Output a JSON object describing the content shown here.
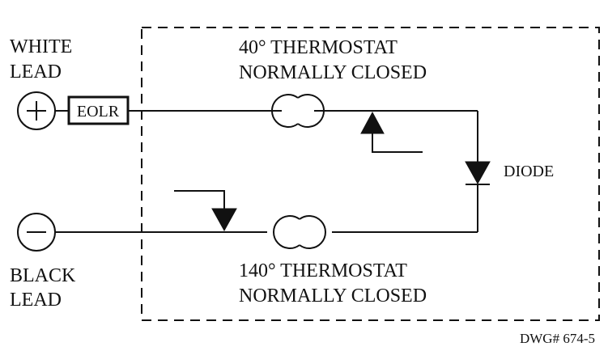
{
  "labels": {
    "white_lead_line1": "WHITE",
    "white_lead_line2": "LEAD",
    "black_lead_line1": "BLACK",
    "black_lead_line2": "LEAD",
    "eolr": "EOLR",
    "thermostat_40_line1": "40° THERMOSTAT",
    "thermostat_40_line2": "NORMALLY CLOSED",
    "thermostat_140_line1": "140° THERMOSTAT",
    "thermostat_140_line2": "NORMALLY CLOSED",
    "diode": "DIODE",
    "drawing_number": "DWG# 674-5"
  },
  "symbols": {
    "positive_terminal": "+",
    "negative_terminal": "−"
  }
}
